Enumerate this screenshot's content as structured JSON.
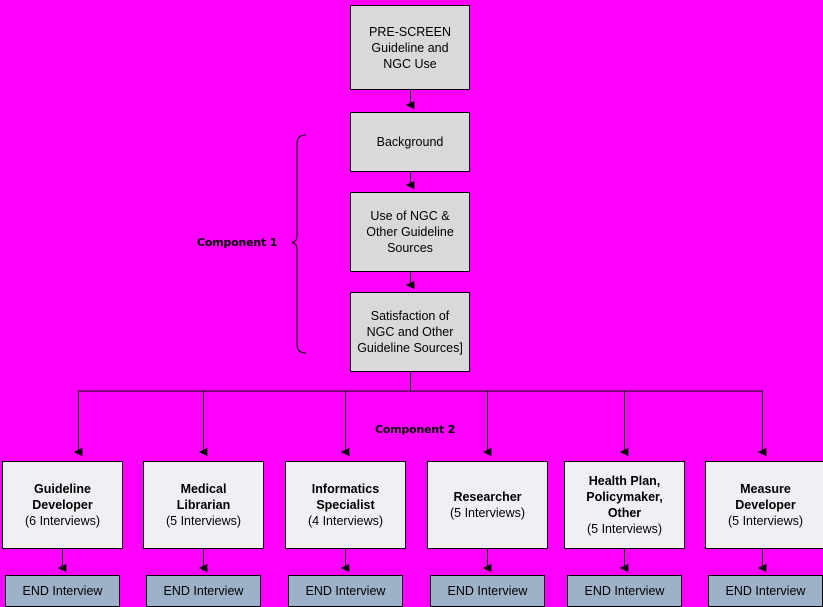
{
  "diagram": {
    "title": "Interview Flow Diagram",
    "background_color": "#ff00ff",
    "stage_fill": "#d9d9d9",
    "role_fill": "#eef0f3",
    "end_fill": "#9db1c8",
    "line_color": "#000000"
  },
  "stages": [
    {
      "id": "pre-screen",
      "lines": [
        "PRE-SCREEN",
        "Guideline and",
        "NGC Use"
      ]
    },
    {
      "id": "background",
      "lines": [
        "Background"
      ]
    },
    {
      "id": "use-of-ngc",
      "lines": [
        "Use of NGC &",
        "Other Guideline",
        "Sources"
      ]
    },
    {
      "id": "satisfaction",
      "lines": [
        "Satisfaction of",
        "NGC and Other",
        "Guideline Sources]"
      ]
    }
  ],
  "components": [
    {
      "id": "component-1",
      "label": "Component 1"
    },
    {
      "id": "component-2",
      "label": "Component 2"
    }
  ],
  "roles": [
    {
      "id": "guideline-developer",
      "name_lines": [
        "Guideline",
        "Developer"
      ],
      "count": "(6 Interviews)"
    },
    {
      "id": "medical-librarian",
      "name_lines": [
        "Medical",
        "Librarian"
      ],
      "count": "(5 Interviews)"
    },
    {
      "id": "informatics-specialist",
      "name_lines": [
        "Informatics",
        "Specialist"
      ],
      "count": "(4 Interviews)"
    },
    {
      "id": "researcher",
      "name_lines": [
        "Researcher"
      ],
      "count": "(5 Interviews)"
    },
    {
      "id": "health-plan-policymaker-other",
      "name_lines": [
        "Health Plan,",
        "Policymaker,",
        "Other"
      ],
      "count": "(5 Interviews)"
    },
    {
      "id": "measure-developer",
      "name_lines": [
        "Measure",
        "Developer"
      ],
      "count": "(5 Interviews)"
    }
  ],
  "end_nodes": [
    {
      "id": "end-1",
      "label": "END Interview"
    },
    {
      "id": "end-2",
      "label": "END Interview"
    },
    {
      "id": "end-3",
      "label": "END Interview"
    },
    {
      "id": "end-4",
      "label": "END Interview"
    },
    {
      "id": "end-5",
      "label": "END Interview"
    },
    {
      "id": "end-6",
      "label": "END Interview"
    }
  ]
}
